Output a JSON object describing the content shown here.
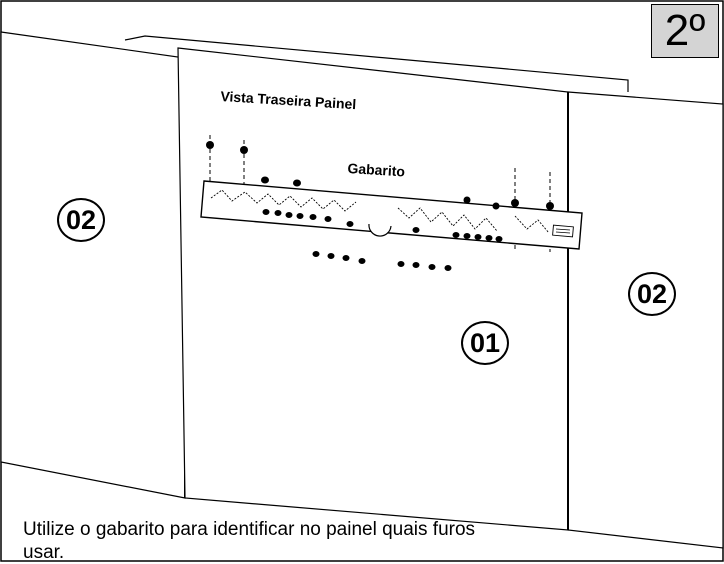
{
  "step_badge": "2º",
  "labels": {
    "rear_view": "Vista Traseira Painel",
    "template": "Gabarito"
  },
  "callouts": {
    "left_side": "02",
    "right_side": "02",
    "center_panel": "01"
  },
  "caption": "Utilize o gabarito para identificar no painel quais furos usar.",
  "icons": [
    "dashed-guide-lines",
    "drill-hole-dots",
    "template-strip"
  ]
}
